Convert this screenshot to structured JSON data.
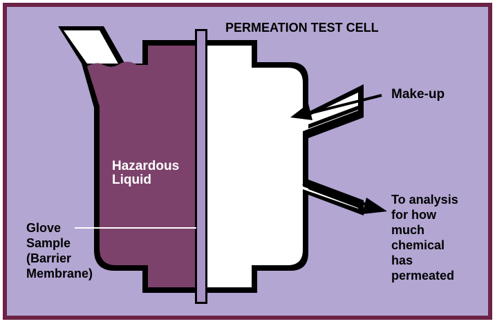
{
  "title": "PERMEATION TEST CELL",
  "labels": {
    "hazardous_line1": "Hazardous",
    "hazardous_line2": "Liquid",
    "glove_line1": "Glove",
    "glove_line2": "Sample",
    "glove_line3": "(Barrier",
    "glove_line4": "Membrane)",
    "makeup": "Make-up",
    "analysis_line1": "To analysis",
    "analysis_line2": "for how",
    "analysis_line3": "much",
    "analysis_line4": "chemical",
    "analysis_line5": "has",
    "analysis_line6": "permeated"
  },
  "colors": {
    "background": "#b3a6d2",
    "border": "#6b2346",
    "liquid": "#7c426b",
    "outline": "#000000",
    "cell_interior": "#ffffff",
    "membrane": "#a994c7"
  }
}
